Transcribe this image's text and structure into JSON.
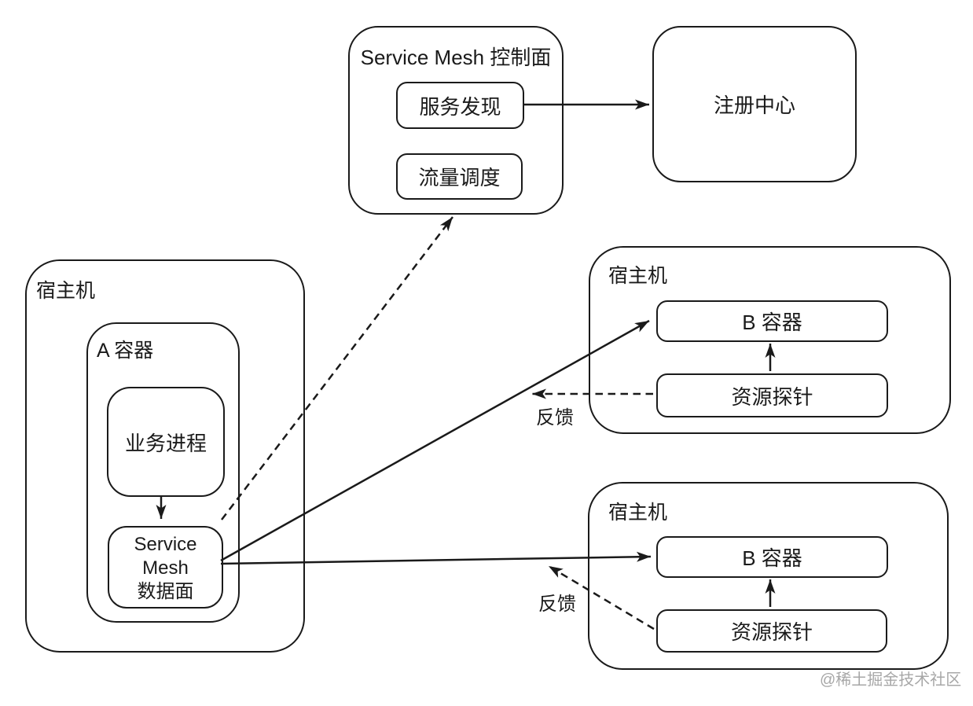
{
  "control_plane": {
    "title": "Service Mesh 控制面",
    "service_discovery_label": "服务发现",
    "traffic_scheduling_label": "流量调度"
  },
  "registry": {
    "label": "注册中心"
  },
  "host_a": {
    "label": "宿主机",
    "container_a": {
      "label": "A 容器",
      "business_process_label": "业务进程",
      "data_plane_lines": [
        "Service",
        "Mesh",
        "数据面"
      ]
    }
  },
  "host_b_top": {
    "label": "宿主机",
    "container_b_label": "B 容器",
    "probe_label": "资源探针",
    "feedback_label": "反馈"
  },
  "host_b_bottom": {
    "label": "宿主机",
    "container_b_label": "B 容器",
    "probe_label": "资源探针",
    "feedback_label": "反馈"
  },
  "watermark": "@稀土掘金技术社区",
  "colors": {
    "stroke": "#1a1a1a",
    "background": "#ffffff",
    "watermark_gray": "#9e9e9e"
  }
}
